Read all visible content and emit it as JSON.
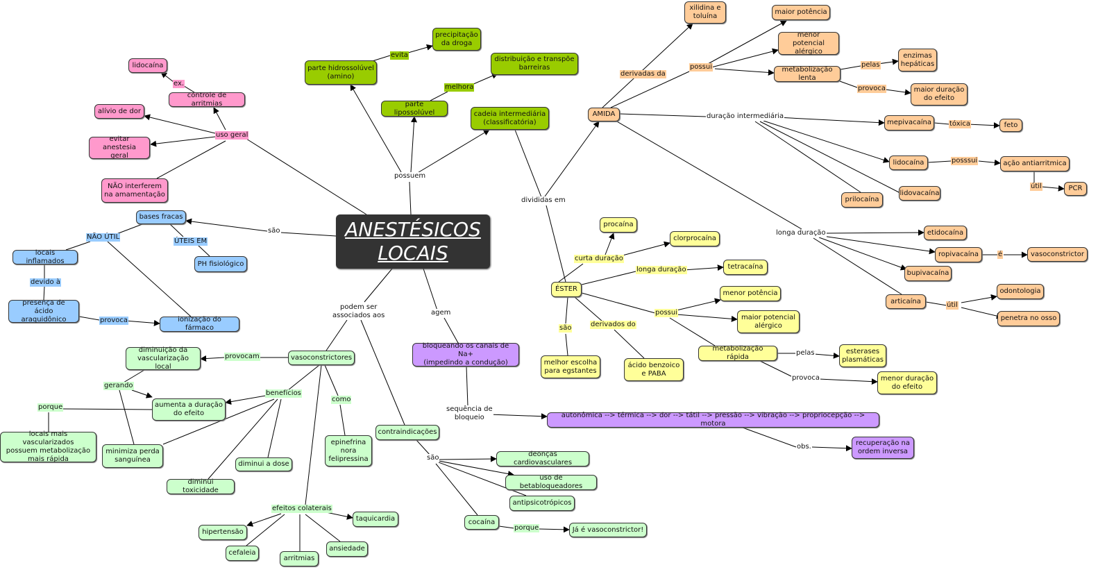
{
  "title": "ANESTÉSICOS\nLOCAIS",
  "colors": {
    "pink": "#ff99cc",
    "blue": "#99ccff",
    "green": "#99cc00",
    "orange": "#ffcc99",
    "yellow": "#ffff99",
    "purple": "#cc99ff",
    "light_green": "#ccffcc",
    "center": "#333333"
  },
  "pink": {
    "lidocaina": "lidocaína",
    "controle": "controle de arritmias",
    "alivio": "alívio de dor",
    "evitar": "evitar anestesia\ngeral",
    "nao_interferem": "NÃO interferem\nna amamentação",
    "l_ex": "ex.",
    "l_uso_geral": "uso geral"
  },
  "blue": {
    "bases": "bases fracas",
    "locais_inflamados": "locais inflamados",
    "ph": "PH fisiológico",
    "presenca": "presença de\nácido araquidônico",
    "ionizacao": "ionização do fármaco",
    "l_nao_util": "NÃO ÚTIL",
    "l_uteis_em": "ÚTEIS EM",
    "l_devido": "devido à",
    "l_provoca": "provoca",
    "l_sao": "são"
  },
  "green": {
    "hidro": "parte hidrossolúvel\n(amino)",
    "precipitacao": "precipitação\nda droga",
    "distribuicao": "distribuição e transpõe\nbarreiras",
    "lipo": "parte lipossolúvel",
    "cadeia": "cadeia intermediária\n(classificatória)",
    "l_evita": "evita",
    "l_melhora": "melhora",
    "l_possuem": "possuem"
  },
  "orange": {
    "xilidina": "xilidina e\ntoluína",
    "maior_potencia": "maior potência",
    "menor_potencial": "menor potencial\nalérgico",
    "metab_lenta": "metabolização lenta",
    "enzimas": "enzimas\nhepáticas",
    "maior_duracao": "maior duração\ndo efeito",
    "amida": "AMIDA",
    "mepivacaina": "mepivacaína",
    "feto": "feto",
    "lidocaina": "lidocaína",
    "acao": "ação antiarritmica",
    "pcr": "PCR",
    "prilocaina": "prilocaína",
    "lidovacaina": "lidovacaína",
    "etidocaina": "etidocaína",
    "ropivacaina": "ropivacaína",
    "vasoconstrictor": "vasoconstrictor",
    "bupivacaina": "bupivacaína",
    "articaina": "articaína",
    "odontologia": "odontologia",
    "penetra": "penetra no osso",
    "l_derivadas": "derivadas da",
    "l_possui": "possui",
    "l_pelas": "pelas",
    "l_provoca": "provoca",
    "l_duracao_int": "duração intermediária",
    "l_toxica": "tóxica",
    "l_posssui": "posssui",
    "l_util1": "útil",
    "l_longa": "longa duração",
    "l_e": "é",
    "l_util2": "útil"
  },
  "yellow": {
    "procaina": "procaína",
    "clorprocaina": "clorprocaína",
    "tetracaina": "tetracaína",
    "ester": "ÉSTER",
    "menor_potencia": "menor potência",
    "maior_potencial": "maior potencial\nalérgico",
    "metab_rapida": "metabolização rápida",
    "esterases": "esterases\nplasmáticas",
    "menor_duracao": "menor duração\ndo efeito",
    "melhor_escolha": "melhor escolha\npara egstantes",
    "acido": "ácido benzoico\ne PABA",
    "l_curta": "curta duração",
    "l_longa": "longa duração",
    "l_possui": "possui",
    "l_derivados": "derivados do",
    "l_sao": "são",
    "l_pelas": "pelas",
    "l_provoca": "provoca"
  },
  "purple": {
    "bloqueando": "bloqueando os canais de Na+\n(impedindo a condução)",
    "sequencia": "autonômica --> térmica --> dor --> tátil --> pressão --> vibração --> propriocepção --> motora",
    "recuperacao": "recuperação na\nordem inversa",
    "l_divididas": "divididas em",
    "l_podem": "podem ser\nassociados aos",
    "l_agem": "agem",
    "l_sequencia": "sequência de\nbloqueio",
    "l_obs": "obs."
  },
  "lgreen": {
    "vaso": "vasoconstrictores",
    "diminuicao": "diminuição da\nvascularização local",
    "aumenta": "aumenta a duração\ndo efeito",
    "locais_vasc": "locais mais vascularizados\npossuem metabolização\nmais rápida",
    "minimiza": "minimiza perda\nsanguínea",
    "diminui_dose": "diminui a dose",
    "diminui_tox": "diminui toxicidade",
    "epinefrina": "epinefrina\nnora\nfelipressina",
    "contra": "contraindicações",
    "deoncas": "deonças cardiovasculares",
    "betabloq": "uso de betabloqueadores",
    "antipsic": "antipsicotrópicos",
    "cocaina": "cocaína",
    "ja_e": "Já é vasoconstrictor!",
    "taquicardia": "taquicardia",
    "hipertensao": "hipertensão",
    "cefaleia": "cefaleia",
    "arritmias": "arritmias",
    "ansiedade": "ansiedade",
    "l_provocam": "provocam",
    "l_gerando": "gerando",
    "l_porque1": "porque",
    "l_beneficios": "benefícios",
    "l_como": "como",
    "l_efeitos": "efeitos colaterais",
    "l_sao": "são",
    "l_porque2": "porque"
  }
}
